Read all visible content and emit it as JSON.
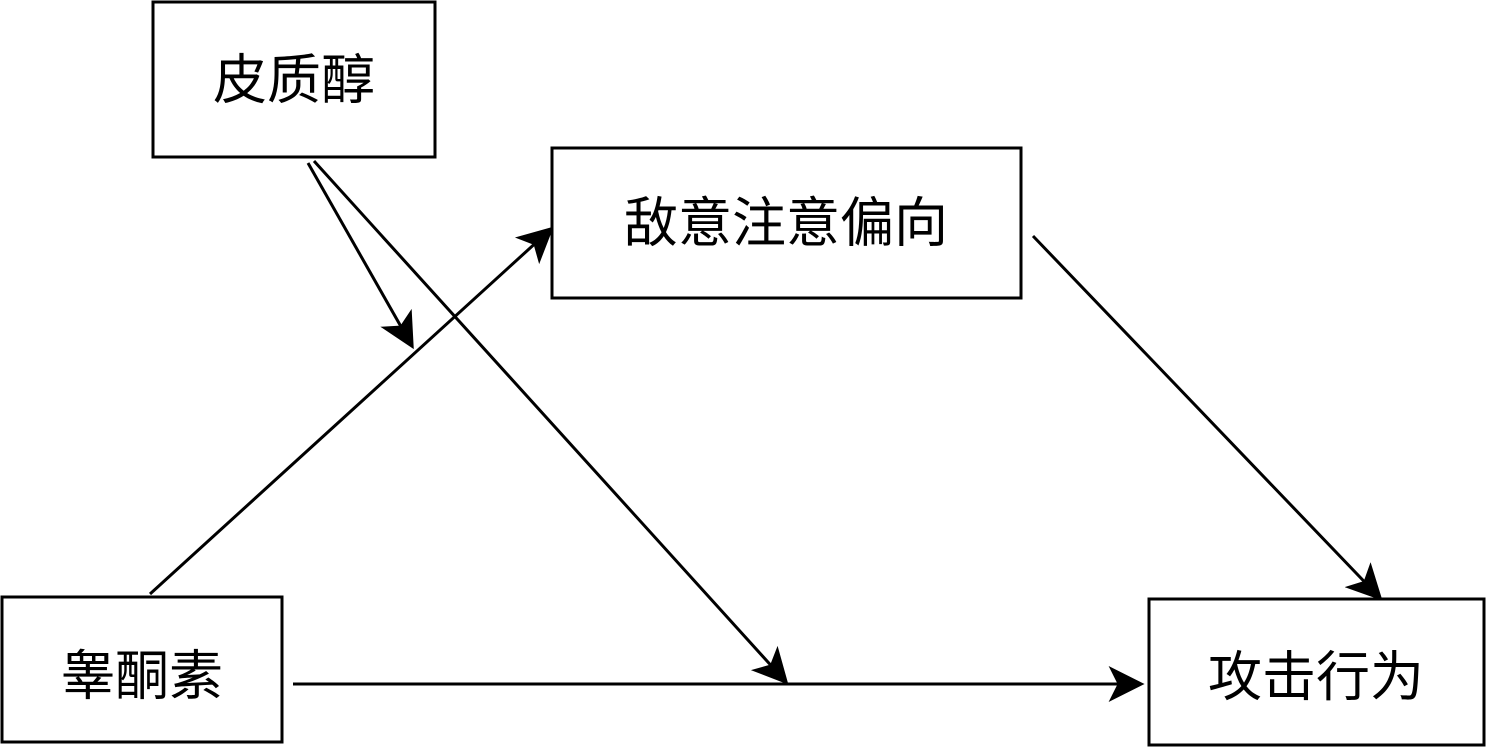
{
  "diagram": {
    "type": "moderated-mediation path diagram",
    "colors": {
      "stroke": "#000000",
      "background": "#ffffff",
      "text": "#000000"
    },
    "nodes": [
      {
        "id": "cortisol",
        "label": "皮质醇"
      },
      {
        "id": "hostile_bias",
        "label": "敌意注意偏向"
      },
      {
        "id": "testosterone",
        "label": "睾酮素"
      },
      {
        "id": "aggression",
        "label": "攻击行为"
      }
    ],
    "edges": [
      {
        "from": "testosterone",
        "to": "hostile_bias",
        "kind": "path"
      },
      {
        "from": "hostile_bias",
        "to": "aggression",
        "kind": "path"
      },
      {
        "from": "testosterone",
        "to": "aggression",
        "kind": "path"
      },
      {
        "from": "cortisol",
        "to": "testosterone->hostile_bias",
        "kind": "moderation"
      },
      {
        "from": "cortisol",
        "to": "testosterone->aggression",
        "kind": "moderation"
      }
    ]
  }
}
